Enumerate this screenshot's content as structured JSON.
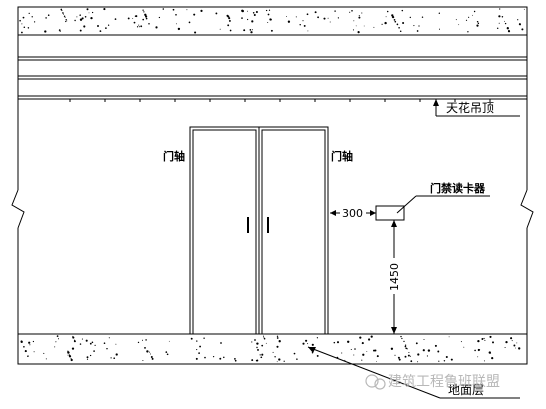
{
  "labels": {
    "ceiling": "天花吊顶",
    "door_axis_left": "门轴",
    "door_axis_right": "门轴",
    "card_reader": "门禁读卡器",
    "floor": "地面层",
    "dim_horizontal": "300",
    "dim_vertical": "1450",
    "watermark": "建筑工程鲁班联盟"
  },
  "colors": {
    "line": "#000000",
    "background": "#ffffff",
    "watermark": "#b8b8b8"
  }
}
